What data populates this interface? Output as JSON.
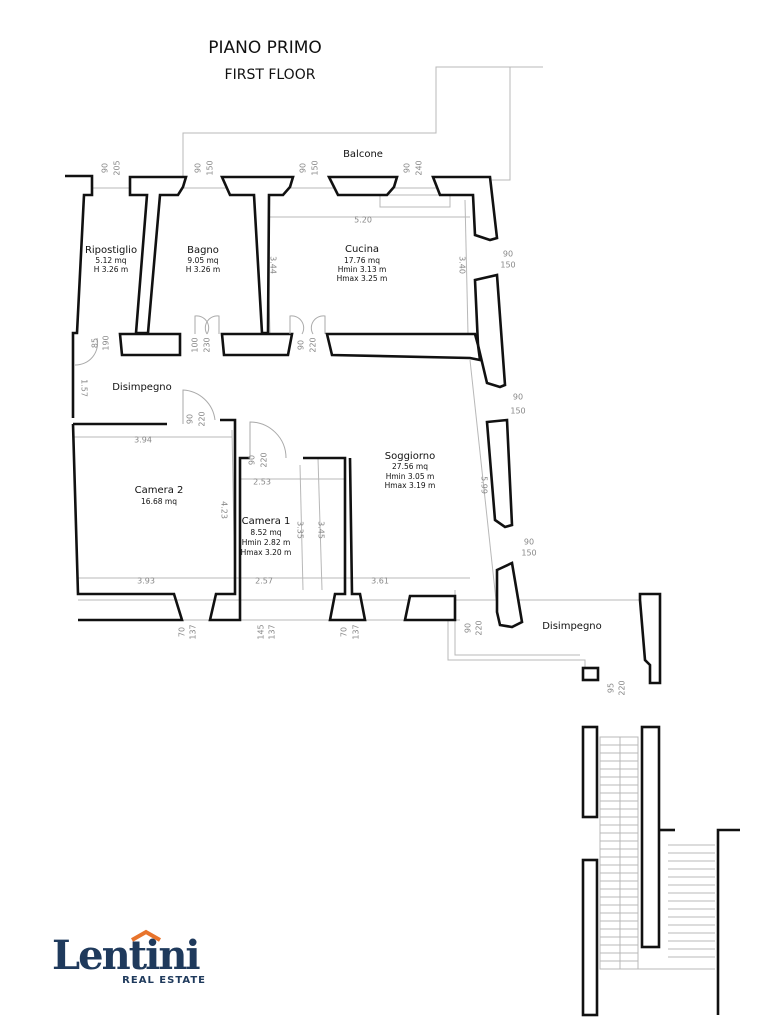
{
  "header": {
    "title": "PIANO PRIMO",
    "subtitle": "FIRST FLOOR"
  },
  "rooms": {
    "balcone": {
      "name": "Balcone"
    },
    "ripostiglio": {
      "name": "Ripostiglio",
      "area": "5.12 mq",
      "h": "H 3.26 m"
    },
    "bagno": {
      "name": "Bagno",
      "area": "9.05 mq",
      "h": "H 3.26 m"
    },
    "cucina": {
      "name": "Cucina",
      "area": "17.76 mq",
      "hmin": "Hmin 3.13 m",
      "hmax": "Hmax 3.25 m"
    },
    "disimpegno": {
      "name": "Disimpegno"
    },
    "camera2": {
      "name": "Camera 2",
      "area": "16.68 mq"
    },
    "camera1": {
      "name": "Camera 1",
      "area": "8.52 mq",
      "hmin": "Hmin 2.82 m",
      "hmax": "Hmax 3.20 m"
    },
    "soggiorno": {
      "name": "Soggiorno",
      "area": "27.56 mq",
      "hmin": "Hmin 3.05 m",
      "hmax": "Hmax 3.19 m"
    },
    "disimpegno2": {
      "name": "Disimpegno"
    }
  },
  "dims": [
    "90",
    "205",
    "90",
    "150",
    "90",
    "150",
    "90",
    "240",
    "90",
    "150",
    "90",
    "150",
    "90",
    "150",
    "5.20",
    "3.44",
    "3.40",
    "85",
    "190",
    "100",
    "230",
    "90",
    "220",
    "1.57",
    "90",
    "220",
    "3.94",
    "90",
    "220",
    "2.53",
    "4.23",
    "3.35",
    "3.45",
    "5.99",
    "3.93",
    "2.57",
    "3.61",
    "70",
    "137",
    "145",
    "137",
    "70",
    "137",
    "90",
    "220",
    "95",
    "220"
  ],
  "logo": {
    "brand": "Lentini",
    "tagline": "REAL ESTATE",
    "brand_color": "#1f3a5c",
    "accent_color": "#e8742c"
  }
}
